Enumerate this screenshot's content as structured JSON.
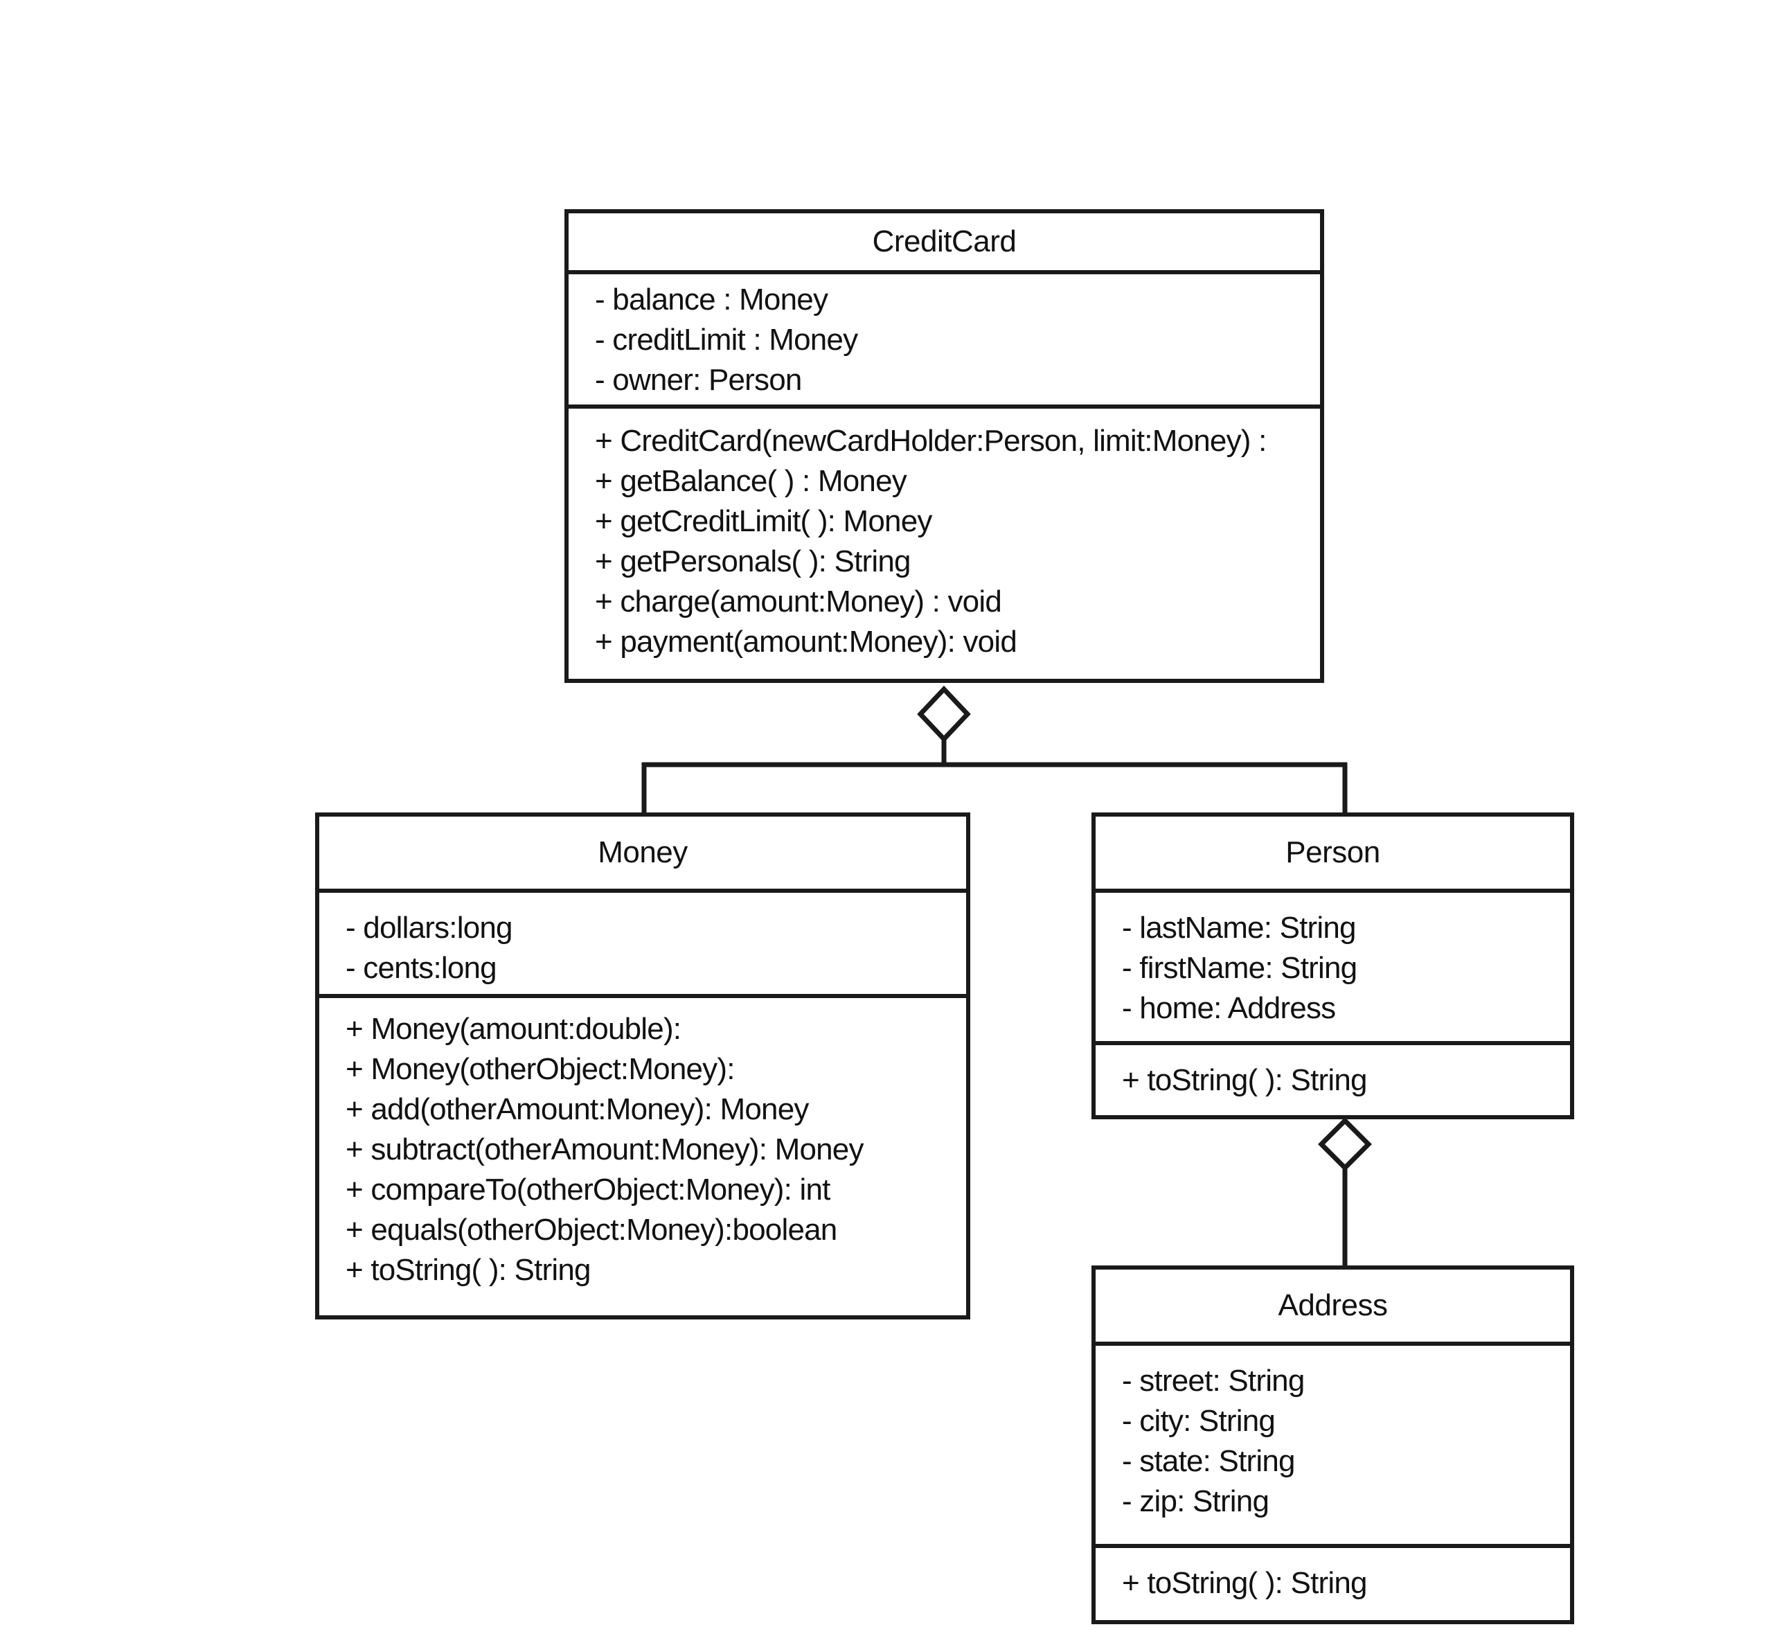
{
  "classes": {
    "creditcard": {
      "name": "CreditCard",
      "attributes": [
        "- balance : Money",
        "- creditLimit : Money",
        "- owner: Person"
      ],
      "operations": [
        "+ CreditCard(newCardHolder:Person, limit:Money) :",
        "+ getBalance( ) : Money",
        "+ getCreditLimit( ): Money",
        "+ getPersonals( ): String",
        "+ charge(amount:Money) : void",
        "+ payment(amount:Money): void"
      ]
    },
    "money": {
      "name": "Money",
      "attributes": [
        "- dollars:long",
        "- cents:long"
      ],
      "operations": [
        "+ Money(amount:double):",
        "+ Money(otherObject:Money):",
        "+ add(otherAmount:Money): Money",
        "+ subtract(otherAmount:Money): Money",
        "+ compareTo(otherObject:Money): int",
        "+ equals(otherObject:Money):boolean",
        "+ toString( ): String"
      ]
    },
    "person": {
      "name": "Person",
      "attributes": [
        "- lastName: String",
        "- firstName: String",
        "- home: Address"
      ],
      "operations": [
        "+ toString( ): String"
      ]
    },
    "address": {
      "name": "Address",
      "attributes": [
        "- street: String",
        "- city: String",
        "- state: String",
        "- zip: String"
      ],
      "operations": [
        "+ toString( ): String"
      ]
    }
  },
  "relationships": [
    {
      "type": "aggregation",
      "whole": "CreditCard",
      "parts": [
        "Money",
        "Person"
      ]
    },
    {
      "type": "aggregation",
      "whole": "Person",
      "parts": [
        "Address"
      ]
    }
  ],
  "colors": {
    "stroke": "#1a1a1a",
    "background": "#ffffff",
    "text": "#111111"
  }
}
